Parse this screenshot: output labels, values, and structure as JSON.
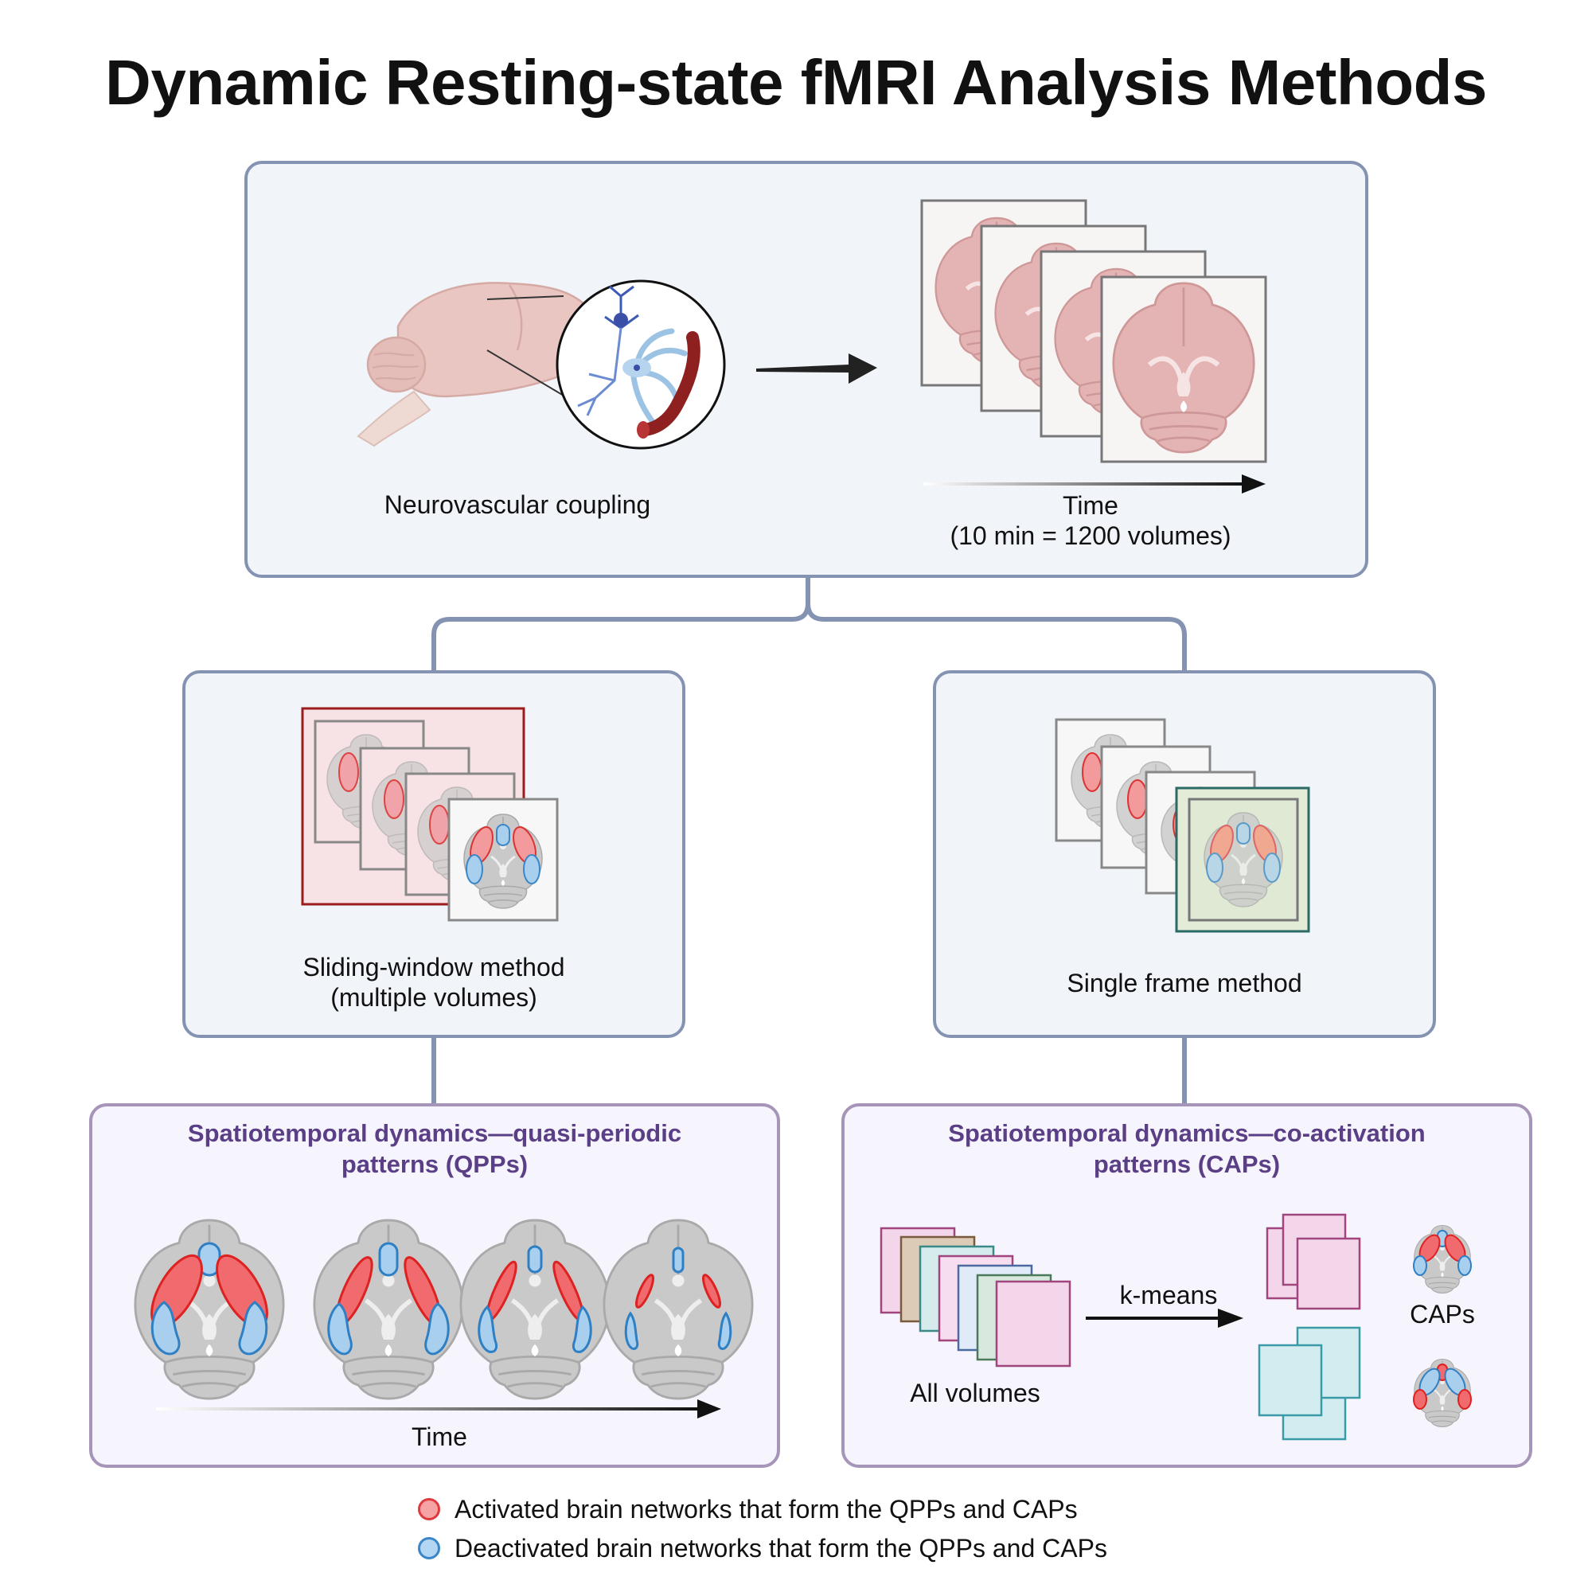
{
  "title": "Dynamic Resting-state fMRI Analysis Methods",
  "top_panel": {
    "left_label": "Neurovascular coupling",
    "time_label": "Time",
    "time_sub": "(10 min = 1200 volumes)"
  },
  "sliding_panel": {
    "label_line1": "Sliding-window method",
    "label_line2": "(multiple volumes)"
  },
  "single_panel": {
    "label": "Single frame method"
  },
  "qpp_panel": {
    "title_line1": "Spatiotemporal dynamics—quasi-periodic",
    "title_line2": "patterns (QPPs)",
    "time_label": "Time"
  },
  "cap_panel": {
    "title_line1": "Spatiotemporal dynamics—co-activation",
    "title_line2": "patterns (CAPs)",
    "kmeans_label": "k-means",
    "all_volumes_label": "All volumes",
    "caps_label": "CAPs"
  },
  "legend": {
    "activated": "Activated brain networks that form the QPPs and CAPs",
    "deactivated": "Deactivated brain networks that form the QPPs and CAPs"
  },
  "colors": {
    "panel_border": "#8593b3",
    "panel_fill": "#f1f4f9",
    "purple_border": "#a695b9",
    "title_purple": "#5b3f86",
    "activated": "#e8555a",
    "deactivated": "#4a8fd0"
  }
}
